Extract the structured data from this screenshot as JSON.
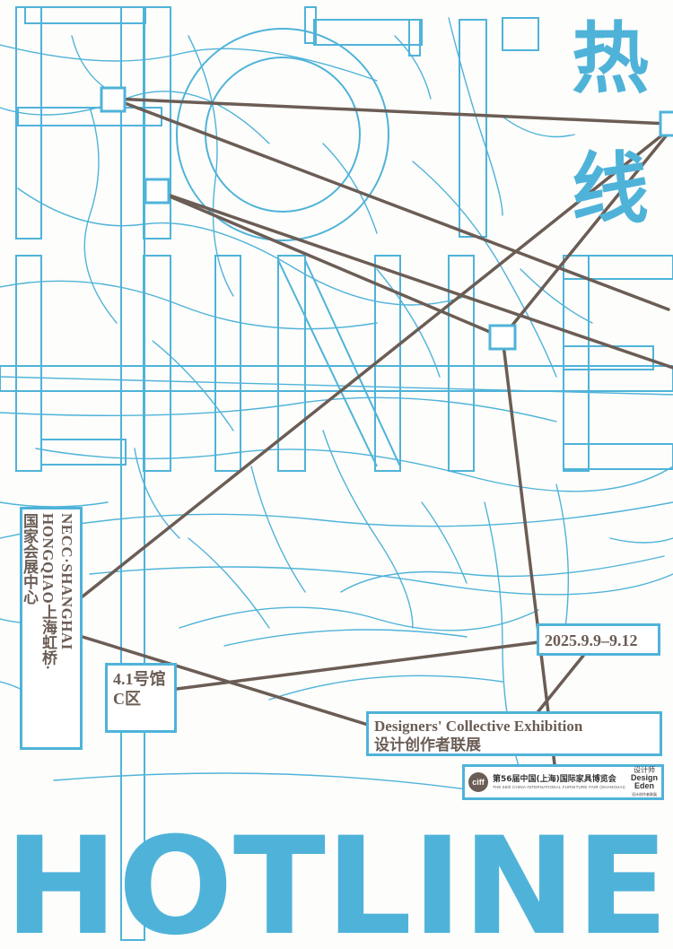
{
  "poster": {
    "title_cn": "热线",
    "title_en": "HOTLINE",
    "venue": {
      "en_line1": "NECC·SHANGHAI",
      "en_line2": "HONGQIAO",
      "cn_line1": "上海虹桥·",
      "cn_line2": "国家会展中心"
    },
    "hall": {
      "line1": "4.1号馆",
      "line2": "C区"
    },
    "date": "2025.9.9–9.12",
    "exhibition": {
      "en": "Designers' Collective Exhibition",
      "cn": "设计创作者联展"
    },
    "fair": {
      "logo": "ciff",
      "cn": "第56届中国(上海)国际家具博览会",
      "en": "THE 56th CHINA INTERNATIONAL FURNITURE FAIR (SHANGHAI)"
    },
    "partner": {
      "cn": "设计师",
      "en_line1": "Design",
      "en_line2": "Eden",
      "cn_small": "设计创作者联展"
    }
  },
  "colors": {
    "cyan": "#4fb3d9",
    "line": "#6b5d55",
    "background": "#fdfdfb"
  }
}
